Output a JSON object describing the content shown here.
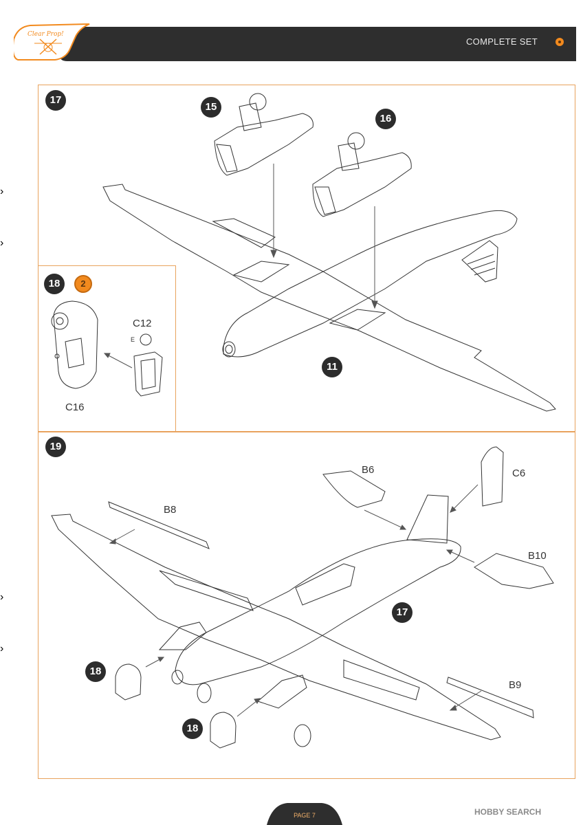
{
  "header": {
    "brand": "Clear Prop!",
    "section_title": "COMPLETE SET"
  },
  "steps": {
    "step17": {
      "number": "17",
      "parts": {
        "canopy_left": "15",
        "canopy_right": "16",
        "fuselage": "11"
      }
    },
    "step18": {
      "number": "18",
      "paint_ref": "2",
      "parts": {
        "spinner": "C16",
        "exhaust": "C12",
        "exhaust_letter": "E"
      }
    },
    "step19": {
      "number": "19",
      "parts": {
        "fuselage": "17",
        "engine_left": "18",
        "engine_right": "18",
        "flap_left": "B8",
        "flap_right": "B9",
        "stab_left": "B6",
        "stab_right": "B10",
        "rudder": "C6"
      }
    }
  },
  "footer": {
    "page": "PAGE 7",
    "watermark": "HOBBY SEARCH"
  },
  "colors": {
    "accent": "#f28a1e",
    "header_bg": "#2e2e2e",
    "panel_border": "#e8a25c",
    "badge_bg": "#2c2c2c"
  }
}
